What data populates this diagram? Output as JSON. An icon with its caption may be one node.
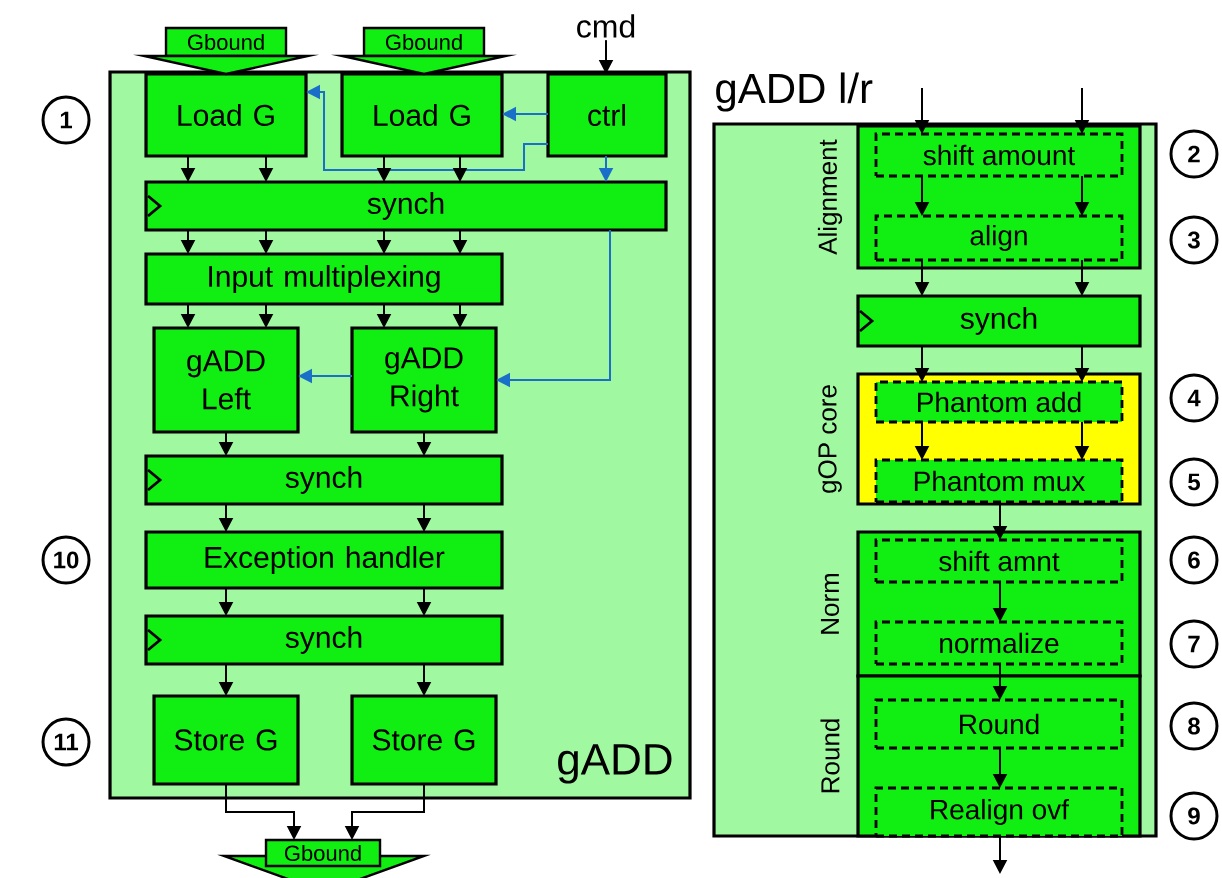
{
  "diagram": {
    "nodes": [
      {
        "text": [
          "gADD"
        ]
      },
      {
        "text": [
          "Gbound"
        ]
      },
      {
        "text": [
          "Gbound"
        ]
      },
      {
        "text": [
          "cmd"
        ]
      },
      {
        "text": [
          "Load G"
        ],
        "in": 0
      },
      {
        "text": [
          "Load G"
        ],
        "in": 0
      },
      {
        "text": [
          "ctrl"
        ],
        "in": 0
      },
      {
        "text": [
          "synch"
        ],
        "in": 0
      },
      {
        "text": [
          "Input multiplexing"
        ],
        "in": 0
      },
      {
        "text": [
          "gADD Left"
        ],
        "in": 0
      },
      {
        "text": [
          "gADD Right"
        ],
        "in": 0
      },
      {
        "text": [
          "synch"
        ],
        "in": 0
      },
      {
        "text": [
          "Exception handler"
        ],
        "in": 0
      },
      {
        "text": [
          "synch"
        ],
        "in": 0
      },
      {
        "text": [
          "Store G"
        ],
        "in": 0
      },
      {
        "text": [
          "Store G"
        ],
        "in": 0
      },
      {
        "text": [
          "Gbound"
        ]
      },
      {
        "text": [
          "gADD l/r"
        ]
      },
      {
        "text": [
          "Alignment"
        ],
        "in": 17
      },
      {
        "text": [
          "shift amount"
        ],
        "in": 18
      },
      {
        "text": [
          "align"
        ],
        "in": 18
      },
      {
        "text": [
          "synch"
        ],
        "in": 17
      },
      {
        "text": [
          "gOP core"
        ],
        "in": 17
      },
      {
        "text": [
          "Phantom add"
        ],
        "in": 22
      },
      {
        "text": [
          "Phantom mux"
        ],
        "in": 22
      },
      {
        "text": [
          "Norm"
        ],
        "in": 17
      },
      {
        "text": [
          "shift amnt"
        ],
        "in": 25
      },
      {
        "text": [
          "normalize"
        ],
        "in": 25
      },
      {
        "text": [
          "Round"
        ],
        "in": 17
      },
      {
        "text": [
          "Round"
        ],
        "in": 28
      },
      {
        "text": [
          "Realign ovf"
        ],
        "in": 28
      }
    ],
    "edges": [
      {
        "from": 3,
        "to": 6,
        "arrow": "to"
      },
      {
        "from": 6,
        "to": 5,
        "arrow": "to",
        "color": "#1a6fc8"
      },
      {
        "from": 6,
        "to": 4,
        "arrow": "to",
        "color": "#1a6fc8"
      },
      {
        "from": 6,
        "to": 7,
        "arrow": "to",
        "color": "#1a6fc8"
      },
      {
        "from": 7,
        "to": 10,
        "arrow": "to",
        "color": "#1a6fc8"
      },
      {
        "from": 10,
        "to": 9,
        "arrow": "to",
        "color": "#1a6fc8"
      },
      {
        "from": 4,
        "to": 7,
        "arrow": "to"
      },
      {
        "from": 4,
        "to": 7,
        "arrow": "to"
      },
      {
        "from": 5,
        "to": 7,
        "arrow": "to"
      },
      {
        "from": 5,
        "to": 7,
        "arrow": "to"
      },
      {
        "from": 7,
        "to": 8,
        "arrow": "to"
      },
      {
        "from": 7,
        "to": 8,
        "arrow": "to"
      },
      {
        "from": 7,
        "to": 8,
        "arrow": "to"
      },
      {
        "from": 7,
        "to": 8,
        "arrow": "to"
      },
      {
        "from": 8,
        "to": 9,
        "arrow": "to"
      },
      {
        "from": 8,
        "to": 9,
        "arrow": "to"
      },
      {
        "from": 8,
        "to": 10,
        "arrow": "to"
      },
      {
        "from": 8,
        "to": 10,
        "arrow": "to"
      },
      {
        "from": 9,
        "to": 11,
        "arrow": "to"
      },
      {
        "from": 10,
        "to": 11,
        "arrow": "to"
      },
      {
        "from": 11,
        "to": 12,
        "arrow": "to"
      },
      {
        "from": 11,
        "to": 12,
        "arrow": "to"
      },
      {
        "from": 12,
        "to": 13,
        "arrow": "to"
      },
      {
        "from": 12,
        "to": 13,
        "arrow": "to"
      },
      {
        "from": 13,
        "to": 14,
        "arrow": "to"
      },
      {
        "from": 13,
        "to": 15,
        "arrow": "to"
      },
      {
        "from": 14,
        "to": 16,
        "arrow": "to"
      },
      {
        "from": 15,
        "to": 16,
        "arrow": "to"
      },
      {
        "from": null,
        "to": 19,
        "arrow": "to"
      },
      {
        "from": null,
        "to": 19,
        "arrow": "to"
      },
      {
        "from": 19,
        "to": 20,
        "arrow": "to"
      },
      {
        "from": 19,
        "to": 20,
        "arrow": "to"
      },
      {
        "from": 20,
        "to": 21,
        "arrow": "to"
      },
      {
        "from": 20,
        "to": 21,
        "arrow": "to"
      },
      {
        "from": 21,
        "to": 23,
        "arrow": "to"
      },
      {
        "from": 21,
        "to": 23,
        "arrow": "to"
      },
      {
        "from": 23,
        "to": 24,
        "arrow": "to"
      },
      {
        "from": 23,
        "to": 24,
        "arrow": "to"
      },
      {
        "from": 24,
        "to": 26,
        "arrow": "to"
      },
      {
        "from": 26,
        "to": 27,
        "arrow": "to"
      },
      {
        "from": 27,
        "to": 29,
        "arrow": "to"
      },
      {
        "from": 29,
        "to": 30,
        "arrow": "to"
      },
      {
        "from": 30,
        "to": null,
        "arrow": "to"
      },
      {
        "from": 1,
        "to": 4,
        "arrow": "to"
      },
      {
        "from": 2,
        "to": 5,
        "arrow": "to"
      }
    ],
    "labels": [
      "1",
      "2",
      "3",
      "4",
      "5",
      "10",
      "6",
      "7",
      "8",
      "11",
      "9"
    ]
  }
}
